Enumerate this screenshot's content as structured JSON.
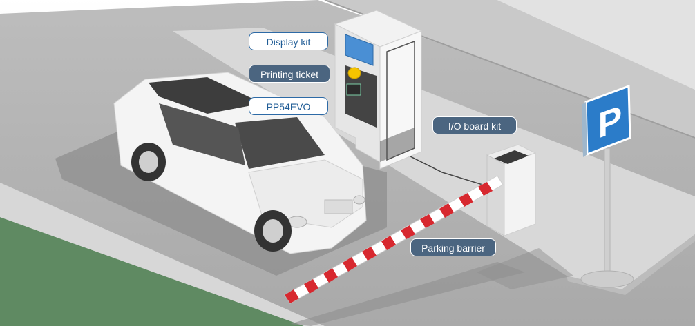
{
  "labels": {
    "display_kit": "Display kit",
    "printing_ticket": "Printing ticket",
    "pp54evo": "PP54EVO",
    "io_board_kit": "I/O board kit",
    "parking_barrier": "Parking barrier"
  },
  "sign": {
    "letter": "P"
  },
  "colors": {
    "accent_blue": "#2d6aa6",
    "sign_blue": "#2b7cc9",
    "screen_blue": "#4a8fd4",
    "beacon_yellow": "#f5c400",
    "barrier_red": "#d7282f"
  }
}
